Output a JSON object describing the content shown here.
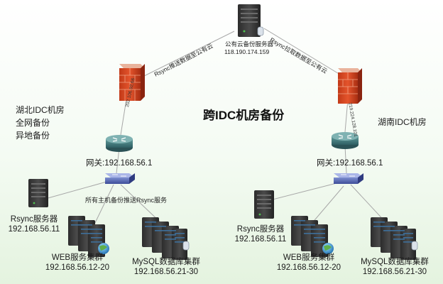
{
  "diagram": {
    "title": "跨IDC机房备份",
    "cloud_server": {
      "name": "公有云备份服务器",
      "ip": "118.190.174.159"
    },
    "links": {
      "left_to_cloud": "Rsync推送数据至公有云",
      "right_to_cloud": "Rsync拉取数据至公有云",
      "left_wan_ip": "202.106.92.66",
      "right_wan_ip": "219.224.128.101"
    },
    "hubei": {
      "name": "湖北IDC机房",
      "notes": [
        "全网备份",
        "异地备份"
      ],
      "gateway": "网关:192.168.56.1",
      "push_note": "所有主机备份推送Rsync服务",
      "rsync": {
        "name": "Rsync服务器",
        "ip": "192.168.56.11"
      },
      "web": {
        "name": "WEB服务集群",
        "ip": "192.168.56.12-20"
      },
      "mysql": {
        "name": "MySQL数据库集群",
        "ip": "192.168.56.21-30"
      }
    },
    "hunan": {
      "name": "湖南IDC机房",
      "gateway": "网关:192.168.56.1",
      "rsync": {
        "name": "Rsync服务器",
        "ip": "192.168.56.11"
      },
      "web": {
        "name": "WEB服务集群",
        "ip": "192.168.56.12-20"
      },
      "mysql": {
        "name": "MySQL数据库集群",
        "ip": "192.168.56.21-30"
      }
    }
  }
}
